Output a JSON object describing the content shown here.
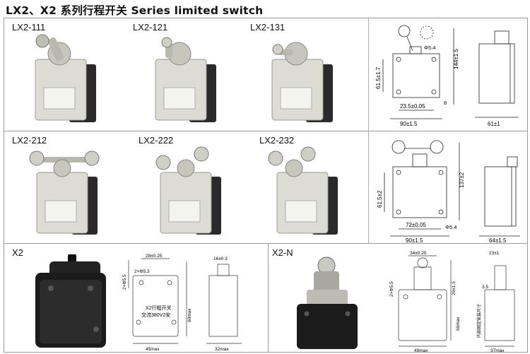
{
  "title": "LX2、X2 系列行程开关 Series limited switch",
  "rows": {
    "row1": [
      "LX2-111",
      "LX2-121",
      "LX2-131"
    ],
    "row2": [
      "LX2-212",
      "LX2-222",
      "LX2-232"
    ],
    "row3": [
      "X2",
      "X2-N"
    ]
  },
  "dims": {
    "row1": {
      "height": "144±1.5",
      "side": "61.5±1.7",
      "hole": "Φ5.4",
      "inner": "23.5±0.05",
      "width": "90±1.5",
      "depth": "61±1",
      "small": "8"
    },
    "row2": {
      "height": "137±2",
      "side": "61.5±2",
      "hole": "Φ5.4",
      "inner": "72±0.05",
      "width": "90±1.5",
      "depth": "64±1.5"
    },
    "x2": {
      "top1": "28±0.25",
      "top2": "16±0.3",
      "side1": "2×Φ5.5",
      "side2": "2×Φ5.3",
      "body": "60max",
      "width": "45max",
      "depth": "32max",
      "plate1": "X2行程开关",
      "plate2": "交流380V2安"
    },
    "x2n": {
      "top1": "34±0.25",
      "top2": "23±1",
      "side1": "2×Φ5.5",
      "side2": "29±1.5",
      "side3": "3.5",
      "body": "66max",
      "width": "49max",
      "depth": "37max",
      "inner": "内部固定安装尺寸"
    }
  },
  "colors": {
    "frame": "#9a9a9a",
    "body": "#dcdcd4",
    "dark": "#1b1b1b",
    "grey": "#8f8f8f"
  }
}
